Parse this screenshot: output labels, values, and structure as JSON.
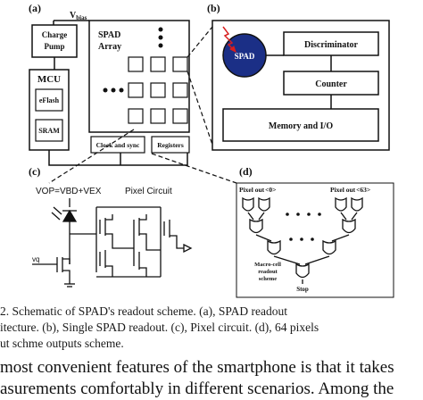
{
  "panel_a": {
    "label": "(a)",
    "vbias": "V",
    "vbias_sub": "bias",
    "charge_pump_line1": "Charge",
    "charge_pump_line2": "Pump",
    "spad_array_line1": "SPAD",
    "spad_array_line2": "Array",
    "mcu": "MCU",
    "eflash": "eFlash",
    "sram": "SRAM",
    "clock_sync": "Clock and sync",
    "registers": "Registers"
  },
  "panel_b": {
    "label": "(b)",
    "spad": "SPAD",
    "discriminator": "Discriminator",
    "counter": "Counter",
    "memory_io": "Memory and I/O"
  },
  "panel_c": {
    "label": "(c)",
    "vop_eq": "VOP=VBD+VEX",
    "pixel_circuit": "Pixel Circuit",
    "vq": "vq"
  },
  "panel_d": {
    "label": "(d)",
    "pixel_out_first": "Pixel out",
    "pixel_out_first_idx": "<0>",
    "pixel_out_last": "Pixel out",
    "pixel_out_last_idx": "<63>",
    "macro_line1": "Macro-cell",
    "macro_line2": "readout",
    "macro_line3": "scheme",
    "stop": "Stop"
  },
  "caption": {
    "line1": "2. Schematic of SPAD's readout scheme. (a), SPAD readout",
    "line2": "itecture. (b), Single SPAD readout. (c), Pixel circuit. (d), 64 pixels",
    "line3": "ut schme outputs scheme."
  },
  "body_text": {
    "line1": "most convenient features of the smartphone is that it takes",
    "line2": "asurements comfortably in different scenarios. Among the"
  },
  "colors": {
    "line": "#111111",
    "spad_fill": "#1b2f86",
    "spad_text": "#ffffff",
    "photon": "#d81e1e"
  }
}
